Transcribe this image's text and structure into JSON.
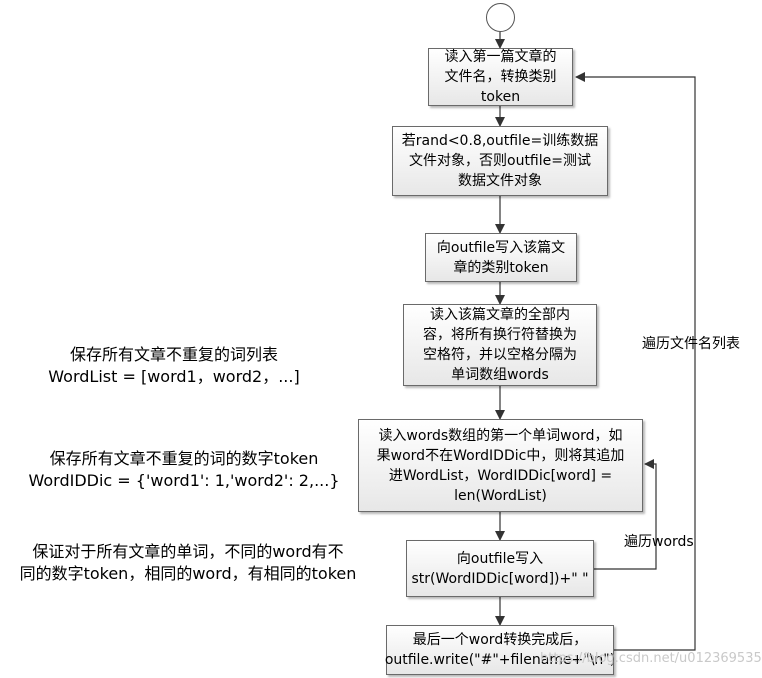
{
  "flowchart": {
    "steps": [
      "读入第一篇文章的\n文件名，转换类别\ntoken",
      "若rand<0.8,outfile=训练数据\n文件对象，否则outfile=测试\n数据文件对象",
      "向outfile写入该篇文\n章的类别token",
      "读入该篇文章的全部内\n容，将所有换行符替换为\n空格符，并以空格分隔为\n单词数组words",
      "读入words数组的第一个单词word，如\n果word不在WordIDDic中，则将其追加\n进WordList，WordIDDic[word] =\nlen(WordList)",
      "向outfile写入\nstr(WordIDDic[word])+\" \"",
      "最后一个word转换完成后，\noutfile.write(\"#\"+filename+\"\\n\")"
    ],
    "loops": {
      "outer_label": "遍历文件名列表",
      "inner_label": "遍历words"
    }
  },
  "notes": [
    "保存所有文章不重复的词列表\nWordList = [word1，word2，...]",
    "保存所有文章不重复的词的数字token\nWordIDDic = {'word1': 1,'word2': 2,...}",
    "保证对于所有文章的单词，不同的word有不\n同的数字token，相同的word，有相同的token"
  ],
  "watermark": "https://blog.csdn.net/u012369535"
}
